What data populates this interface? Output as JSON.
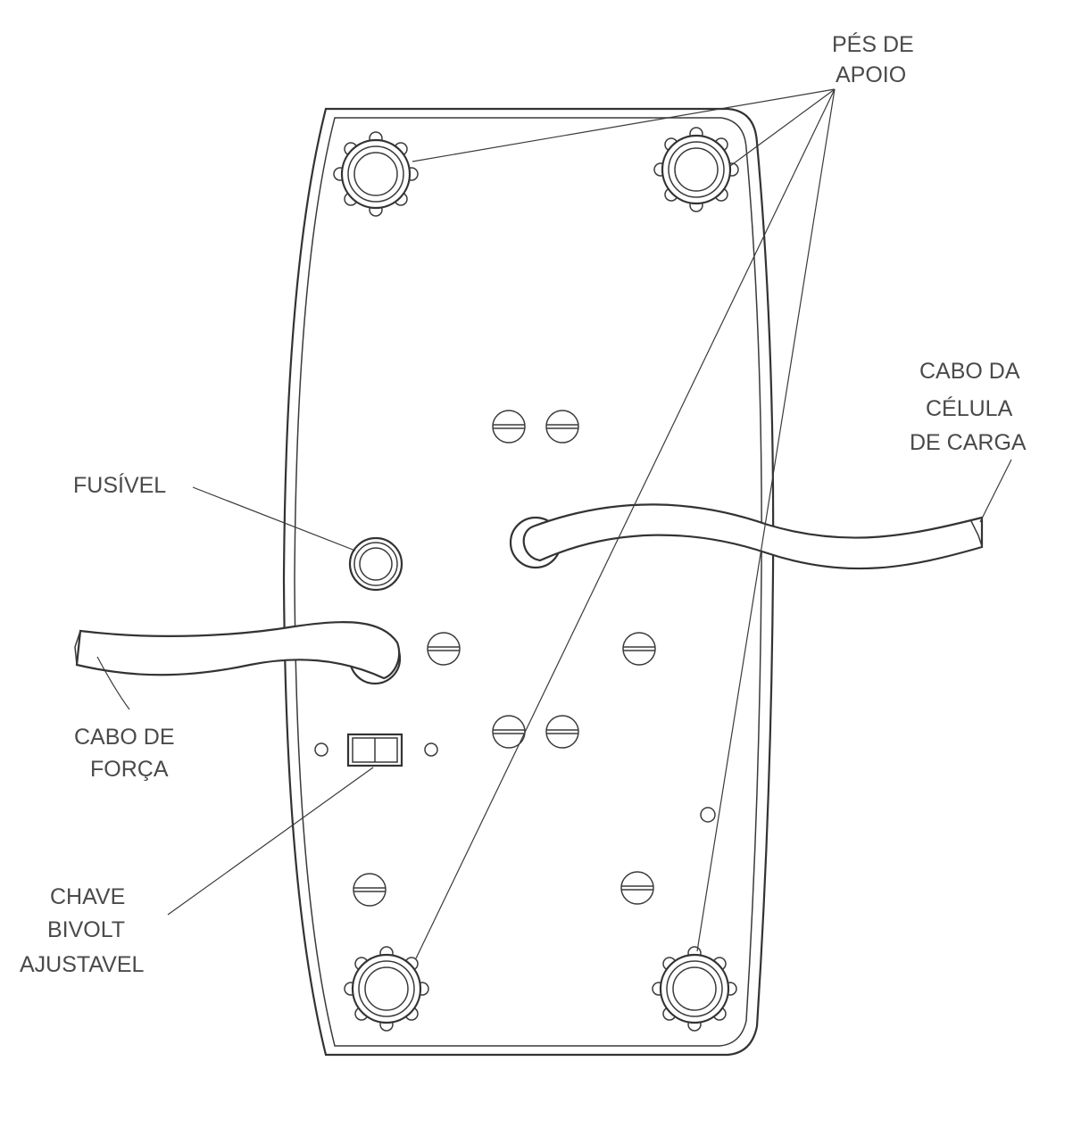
{
  "labels": {
    "support_feet": [
      "PÉS DE",
      "APOIO"
    ],
    "load_cell_cable": [
      "CABO DA",
      "CÉLULA",
      "DE CARGA"
    ],
    "fuse": [
      "FUSÍVEL"
    ],
    "power_cable": [
      "CABO DE",
      "FORÇA"
    ],
    "bivolt_switch": [
      "CHAVE",
      "BIVOLT",
      "AJUSTAVEL"
    ]
  }
}
